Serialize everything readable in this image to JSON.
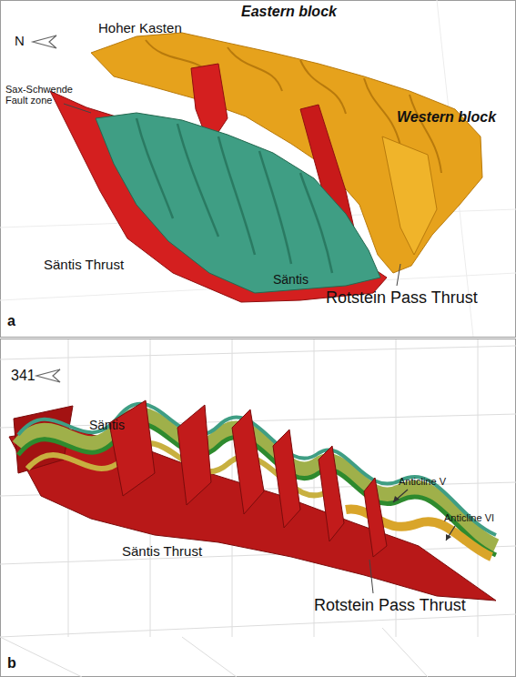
{
  "diagram": {
    "labels": [
      "Eastern block",
      "N",
      "Hoher Kasten",
      "Sax-Schwende Fault zone",
      "Western block",
      "Säntis",
      "Säntis Thrust",
      "Rotstein Pass Thrust",
      "a",
      "341",
      "Säntis",
      "Anticline V",
      "Anticline VI",
      "Säntis Thrust",
      "Rotstein Pass Thrust",
      "b"
    ]
  }
}
